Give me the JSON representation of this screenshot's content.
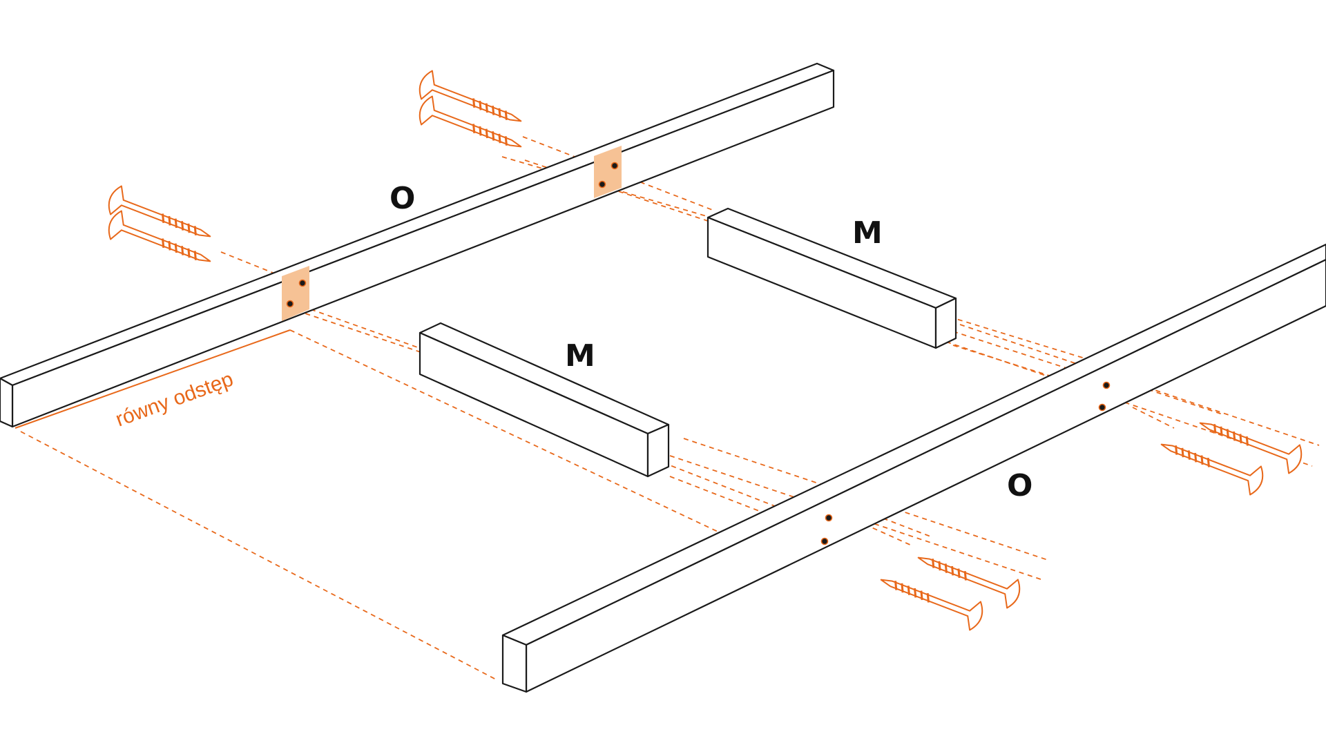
{
  "labels": {
    "rail_left": "O",
    "rail_right": "O",
    "spacer_back": "M",
    "spacer_front": "M",
    "spacing_note": "równy odstęp"
  },
  "colors": {
    "accent": "#e8681a",
    "pad": "#f6c295",
    "outline": "#1a1a1a",
    "background": "#ffffff"
  },
  "icons": [
    "screw-icon",
    "screw-hole-icon"
  ]
}
